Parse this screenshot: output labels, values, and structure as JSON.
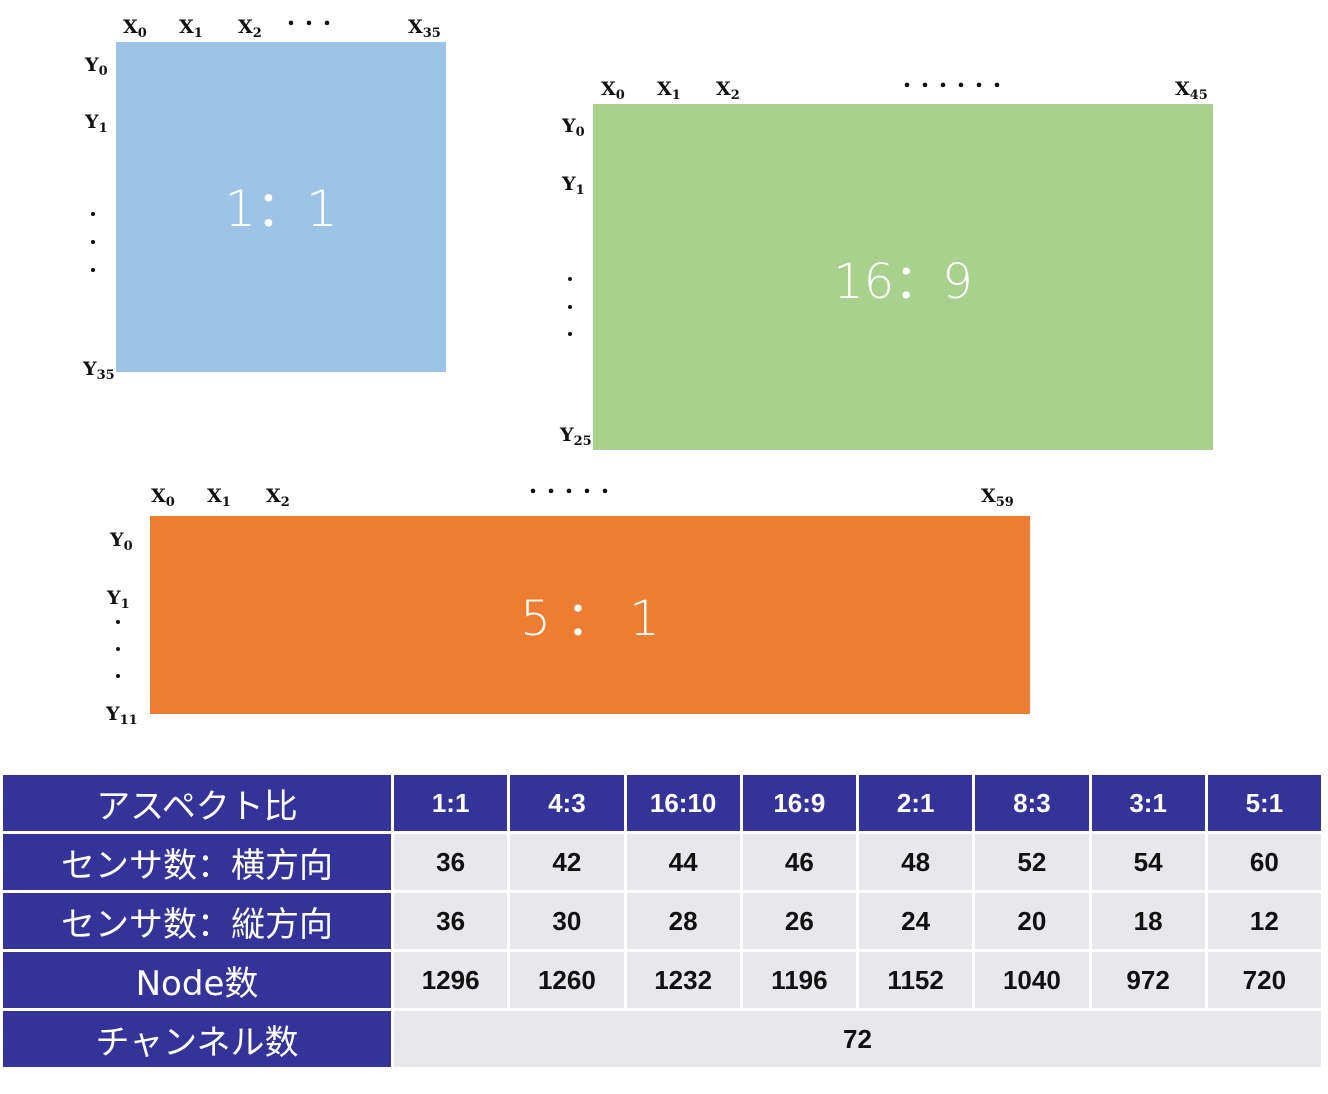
{
  "diagrams": [
    {
      "id": "square",
      "ratio_label": "1：1",
      "color": "#9dc3e6",
      "x_labels": [
        {
          "base": "X",
          "sub": "0"
        },
        {
          "base": "X",
          "sub": "1"
        },
        {
          "base": "X",
          "sub": "2"
        },
        {
          "base": "X",
          "sub": "35"
        }
      ],
      "y_labels": [
        {
          "base": "Y",
          "sub": "0"
        },
        {
          "base": "Y",
          "sub": "1"
        },
        {
          "base": "Y",
          "sub": "35"
        }
      ],
      "x_ellipsis": "・・・"
    },
    {
      "id": "wide",
      "ratio_label": "16：9",
      "color": "#a9d18e",
      "x_labels": [
        {
          "base": "X",
          "sub": "0"
        },
        {
          "base": "X",
          "sub": "1"
        },
        {
          "base": "X",
          "sub": "2"
        },
        {
          "base": "X",
          "sub": "45"
        }
      ],
      "y_labels": [
        {
          "base": "Y",
          "sub": "0"
        },
        {
          "base": "Y",
          "sub": "1"
        },
        {
          "base": "Y",
          "sub": "25"
        }
      ],
      "x_ellipsis": "・・・・・・"
    },
    {
      "id": "ultrawide",
      "ratio_label": "5 ： 1",
      "color": "#ed7d31",
      "x_labels": [
        {
          "base": "X",
          "sub": "0"
        },
        {
          "base": "X",
          "sub": "1"
        },
        {
          "base": "X",
          "sub": "2"
        },
        {
          "base": "X",
          "sub": "59"
        }
      ],
      "y_labels": [
        {
          "base": "Y",
          "sub": "0"
        },
        {
          "base": "Y",
          "sub": "1"
        },
        {
          "base": "Y",
          "sub": "11"
        }
      ],
      "x_ellipsis": "・・・・・"
    }
  ],
  "table": {
    "header_label": "アスペクト比",
    "columns": [
      "1:1",
      "4:3",
      "16:10",
      "16:9",
      "2:1",
      "8:3",
      "3:1",
      "5:1"
    ],
    "rows": [
      {
        "label": "センサ数：横方向",
        "values": [
          "36",
          "42",
          "44",
          "46",
          "48",
          "52",
          "54",
          "60"
        ]
      },
      {
        "label": "センサ数：縦方向",
        "values": [
          "36",
          "30",
          "28",
          "26",
          "24",
          "20",
          "18",
          "12"
        ]
      },
      {
        "label": "Node数",
        "values": [
          "1296",
          "1260",
          "1232",
          "1196",
          "1152",
          "1040",
          "972",
          "720"
        ]
      }
    ],
    "channel_row": {
      "label": "チャンネル数",
      "value": "72"
    },
    "header_color": "#333399",
    "cell_color": "#e8e8ec"
  }
}
